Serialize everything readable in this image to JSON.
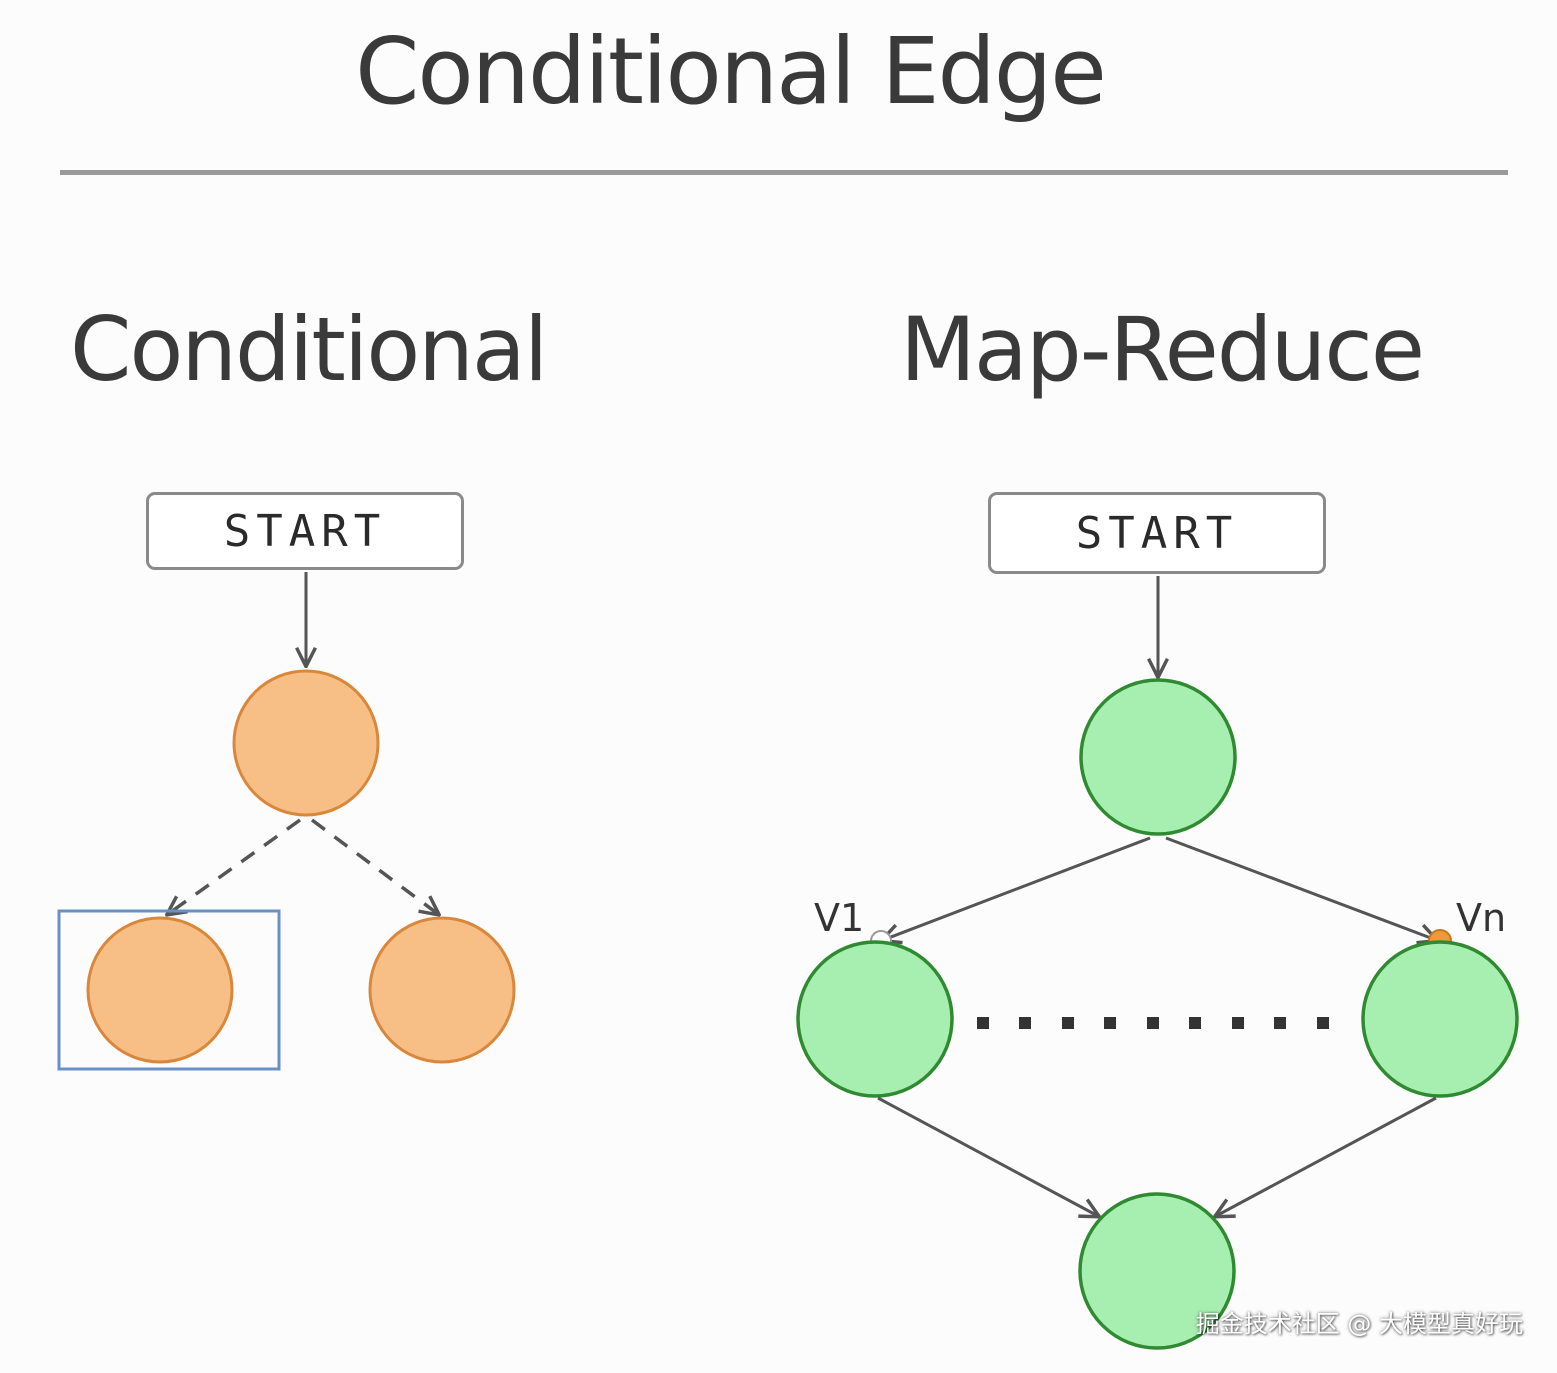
{
  "title": "Conditional Edge",
  "sections": {
    "conditional": {
      "heading": "Conditional",
      "start_label": "START"
    },
    "map_reduce": {
      "heading": "Map-Reduce",
      "start_label": "START",
      "branch_first_label": "V1",
      "branch_last_label": "Vn"
    }
  },
  "watermark": "掘金技术社区 @ 大模型真好玩",
  "colors": {
    "orange_fill": "#f7bf86",
    "orange_stroke": "#d9873b",
    "green_fill": "#a7efb0",
    "green_stroke": "#2f8a32",
    "edge": "#555555",
    "highlight_box": "#6b8fc7"
  }
}
